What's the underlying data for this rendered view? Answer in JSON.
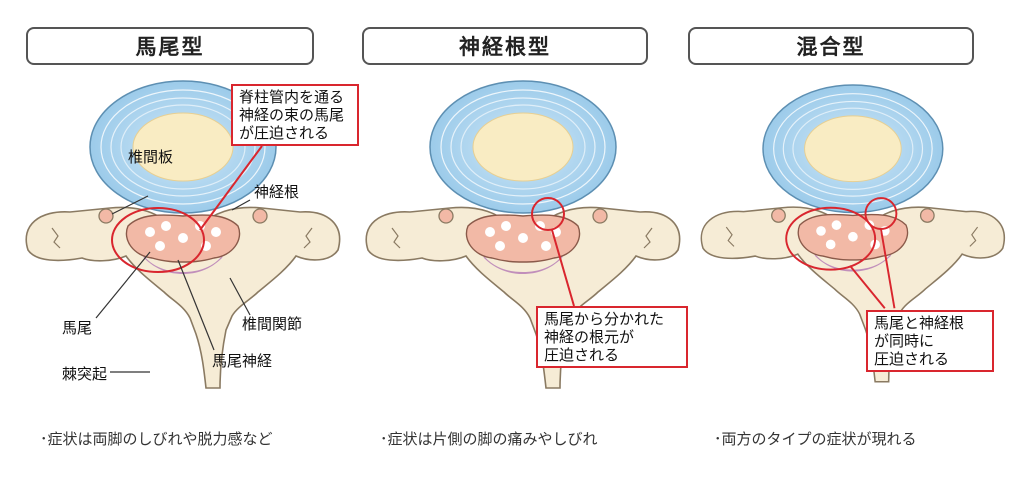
{
  "panels": [
    {
      "title": "馬尾型",
      "callout": [
        "脊柱管内を通る",
        "神経の束の馬尾",
        "が圧迫される"
      ],
      "labels": {
        "disc": "椎間板",
        "nerve_root": "神経根",
        "cauda": "馬尾",
        "facet": "椎間関節",
        "cauda_nerve": "馬尾神経",
        "spinous": "棘突起"
      },
      "symptom": "･症状は両脚のしびれや脱力感など"
    },
    {
      "title": "神経根型",
      "callout": [
        "馬尾から分かれた",
        "神経の根元が",
        "圧迫される"
      ],
      "symptom": "･症状は片側の脚の痛みやしびれ"
    },
    {
      "title": "混合型",
      "callout": [
        "馬尾と神経根",
        "が同時に",
        "圧迫される"
      ],
      "symptom": "･両方のタイプの症状が現れる"
    }
  ],
  "colors": {
    "accent_red": "#d9262e",
    "disc_blue": "#b9dcf2",
    "disc_core": "#f9ecc3",
    "bone": "#f6ecd6",
    "nerve_pink": "#f2b9a6",
    "ligament_purple": "#b77fb6"
  }
}
